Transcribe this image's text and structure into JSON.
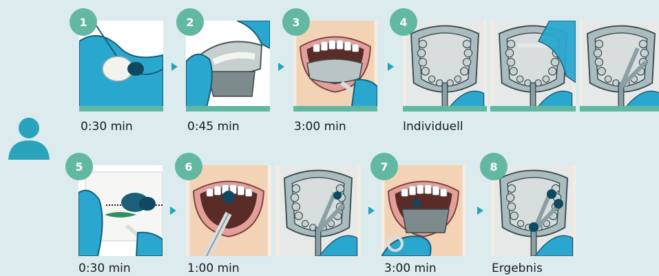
{
  "colors": {
    "background": "#dcebee",
    "badge": "#62b8a0",
    "arrow": "#23a4bd",
    "glove": "#2aa7cf",
    "teal_bar": "#5fb9a2",
    "tray": "#9fb2b6",
    "avatar": "#2aa3bd"
  },
  "icons": [
    "user-icon",
    "arrow-right-icon"
  ],
  "steps": [
    {
      "number": "1",
      "label": "0:30 min"
    },
    {
      "number": "2",
      "label": "0:45 min"
    },
    {
      "number": "3",
      "label": "3:00 min"
    },
    {
      "number": "4",
      "label": "Individuell"
    },
    {
      "number": "5",
      "label": "0:30 min"
    },
    {
      "number": "6",
      "label": "1:00 min"
    },
    {
      "number": "7",
      "label": "3:00 min"
    },
    {
      "number": "8",
      "label": "Ergebnis"
    }
  ]
}
